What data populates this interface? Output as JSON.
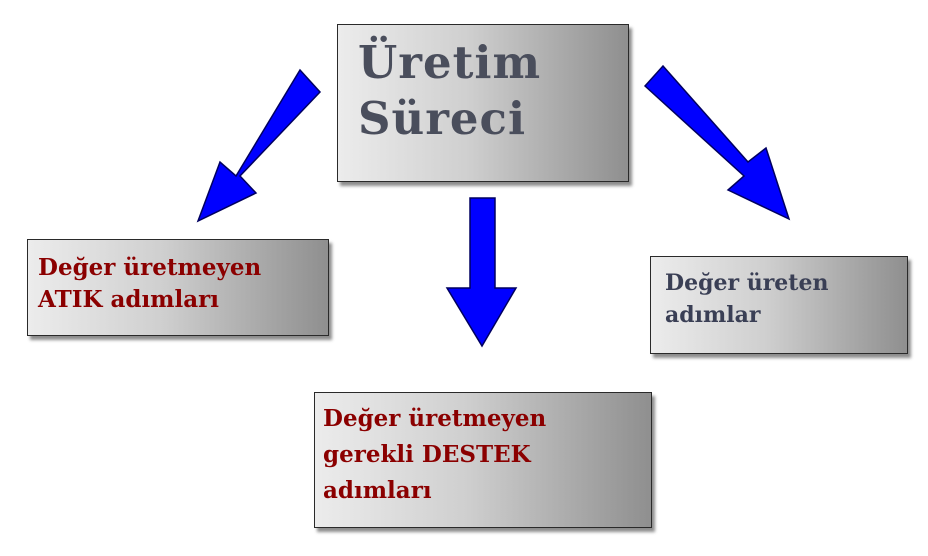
{
  "title": {
    "line1": "Üretim",
    "line2": "Süreci"
  },
  "boxes": {
    "waste": {
      "line1": "Değer üretmeyen",
      "line2": "ATIK adımları"
    },
    "support": {
      "line1": "Değer üretmeyen",
      "line2": "gerekli DESTEK",
      "line3": "adımları"
    },
    "value": {
      "line1": "Değer üreten",
      "line2": "adımlar"
    }
  },
  "colors": {
    "arrow": "#0000ff",
    "waste_text": "#8b0000",
    "support_text": "#8b0000",
    "value_text": "#3a3f55",
    "title_text": "#4a4e5c"
  }
}
